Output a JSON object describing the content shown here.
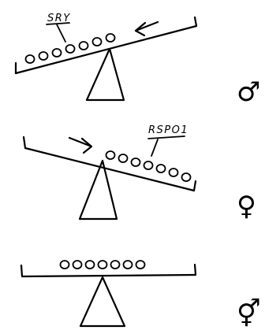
{
  "diagram": {
    "panels": [
      {
        "gene_label": "SRY",
        "bead_count": 7,
        "arrow_direction": "left",
        "tilt": "left-down",
        "symbol_name": "male-symbol",
        "symbol": "♂"
      },
      {
        "gene_label": "RSPO1",
        "bead_count": 7,
        "arrow_direction": "right",
        "tilt": "right-down",
        "symbol_name": "female-symbol",
        "symbol": "♀"
      },
      {
        "gene_label": "",
        "bead_count": 7,
        "arrow_direction": "none",
        "tilt": "level",
        "symbol_name": "intersex-symbol",
        "symbol": "⚥"
      }
    ],
    "line_color": "#000000",
    "background_color": "#ffffff"
  }
}
